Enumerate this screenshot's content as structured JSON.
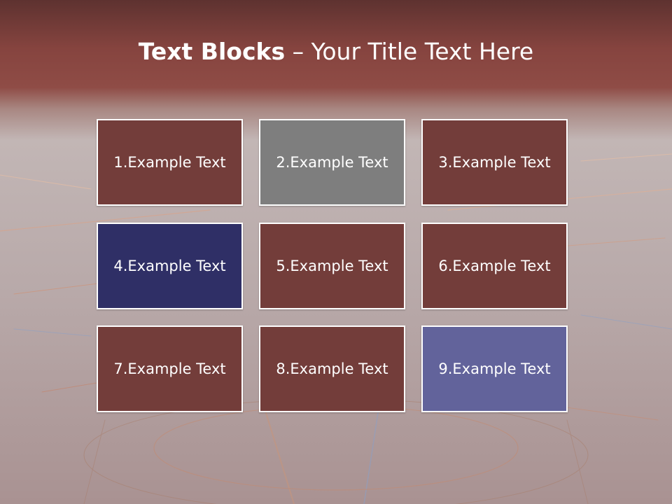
{
  "title": {
    "bold": "Text Blocks",
    "dash": " – ",
    "rest": "Your Title Text Here"
  },
  "blocks": [
    {
      "label": "1.Example Text",
      "color": "#733d3a"
    },
    {
      "label": "2.Example Text",
      "color": "#7e7e7e"
    },
    {
      "label": "3.Example Text",
      "color": "#733d3a"
    },
    {
      "label": "4.Example Text",
      "color": "#2f2f66"
    },
    {
      "label": "5.Example Text",
      "color": "#733d3a"
    },
    {
      "label": "6.Example Text",
      "color": "#733d3a"
    },
    {
      "label": "7.Example Text",
      "color": "#733d3a"
    },
    {
      "label": "8.Example Text",
      "color": "#733d3a"
    },
    {
      "label": "9.Example Text",
      "color": "#62639b"
    }
  ]
}
